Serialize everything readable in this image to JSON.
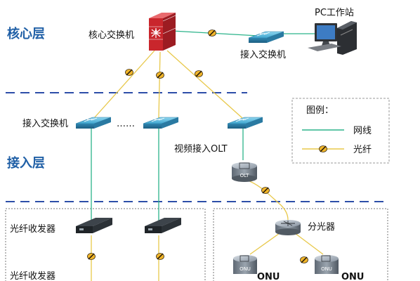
{
  "layers": {
    "core": "核心层",
    "access": "接入层"
  },
  "devices": {
    "core_switch": "核心交换机",
    "pc": "PC工作站",
    "access_switch_right": "接入交换机",
    "access_switch_left": "接入交换机",
    "ellipsis": "……",
    "video_olt": "视频接入OLT",
    "olt_tag": "OLT",
    "converter_1": "光纤收发器",
    "converter_2": "光纤收发器",
    "splitter": "分光器",
    "onu_tag_1": "ONU",
    "onu_tag_2": "ONU",
    "onu_label_1": "ONU",
    "onu_label_2": "ONU"
  },
  "legend": {
    "title": "图例：",
    "network_line": "网线",
    "fiber": "光纤"
  },
  "colors": {
    "network_line": "#2bb38a",
    "fiber": "#e8c84a",
    "layer_divider": "#2d4ea8",
    "layer_text": "#1f5fa6",
    "switch": "#4fb6d8",
    "core_switch": "#d8343a"
  }
}
